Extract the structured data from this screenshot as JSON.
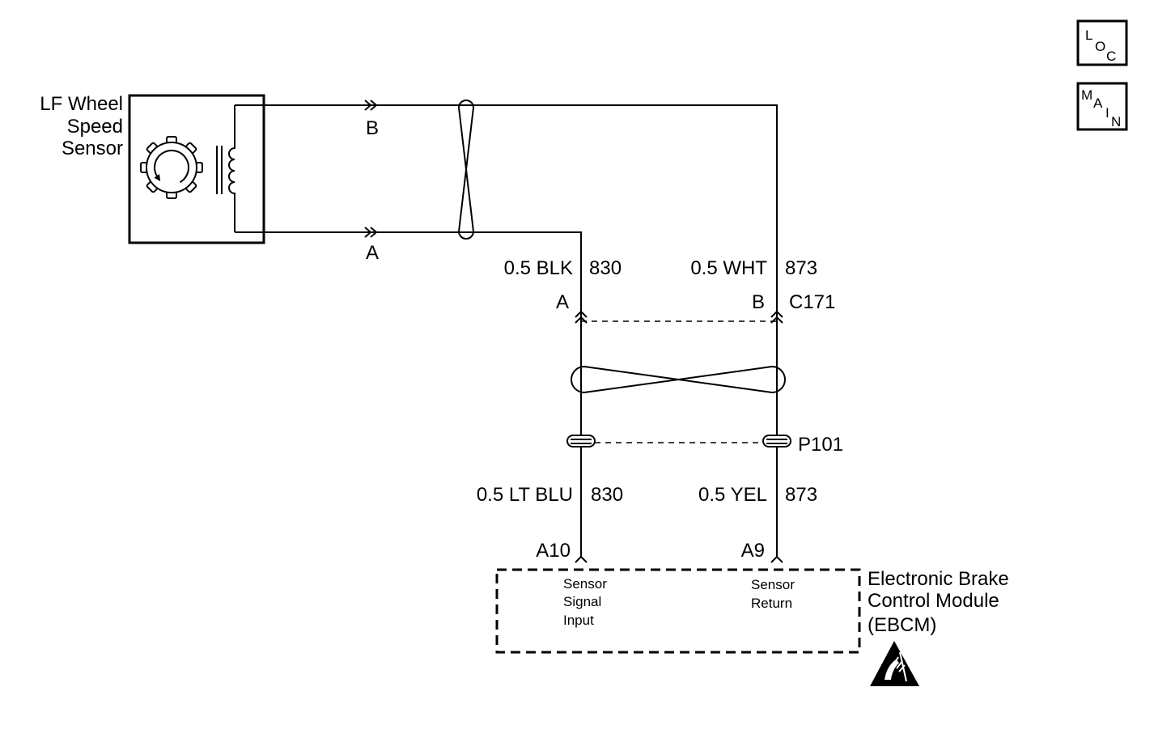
{
  "nav_buttons": {
    "loc": {
      "letters": [
        "L",
        "O",
        "C"
      ]
    },
    "main": {
      "letters": [
        "M",
        "A",
        "I",
        "N"
      ]
    }
  },
  "sensor": {
    "name_lines": [
      "LF Wheel",
      "Speed",
      "Sensor"
    ],
    "terminal_b": "B",
    "terminal_a": "A"
  },
  "circuits": {
    "upper_left": {
      "color": "0.5 BLK",
      "number": "830"
    },
    "upper_right": {
      "color": "0.5 WHT",
      "number": "873"
    },
    "lower_left": {
      "color": "0.5 LT BLU",
      "number": "830"
    },
    "lower_right": {
      "color": "0.5 YEL",
      "number": "873"
    }
  },
  "c171": {
    "pin_left": "A",
    "pin_right": "B",
    "name": "C171"
  },
  "p101": {
    "name": "P101"
  },
  "ebcm": {
    "pin_left": "A10",
    "pin_right": "A9",
    "left_function": [
      "Sensor",
      "Signal",
      "Input"
    ],
    "right_function": [
      "Sensor",
      "Return"
    ],
    "name_lines": [
      "Electronic Brake",
      "Control Module",
      "(EBCM)"
    ]
  },
  "icons": {
    "tone_wheel": "tone-wheel-icon",
    "coil": "pickup-coil-icon",
    "esd": "esd-warning-icon"
  }
}
